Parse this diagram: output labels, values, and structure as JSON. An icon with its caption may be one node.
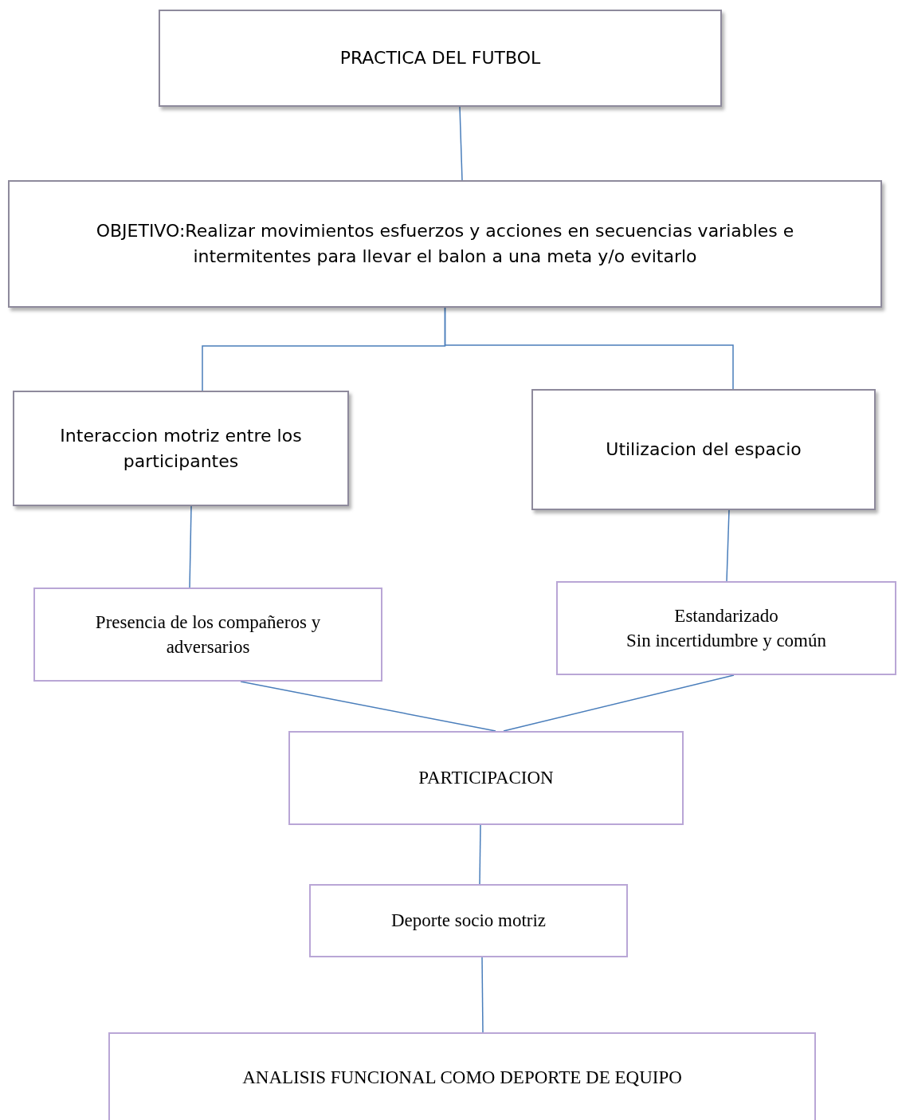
{
  "diagram": {
    "nodes": [
      {
        "text": [
          "PRACTICA DEL FUTBOL"
        ]
      },
      {
        "text": [
          "OBJETIVO:Realizar movimientos esfuerzos y acciones en secuencias variables e intermitentes para llevar el balon  a una meta y/o evitarlo"
        ]
      },
      {
        "text": [
          "Interaccion motriz entre los participantes"
        ]
      },
      {
        "text": [
          "Utilizacion del espacio"
        ]
      },
      {
        "text": [
          "Presencia de los compañeros y adversarios"
        ]
      },
      {
        "text": [
          "Estandarizado",
          "Sin incertidumbre y común"
        ]
      },
      {
        "text": [
          "PARTICIPACION"
        ]
      },
      {
        "text": [
          "Deporte socio motriz"
        ]
      },
      {
        "text": [
          "ANALISIS FUNCIONAL COMO DEPORTE DE EQUIPO"
        ]
      }
    ],
    "edges": [
      {
        "from": 0,
        "to": 1,
        "arrow": "none"
      },
      {
        "from": 1,
        "to": 2,
        "arrow": "none"
      },
      {
        "from": 1,
        "to": 3,
        "arrow": "none"
      },
      {
        "from": 2,
        "to": 4,
        "arrow": "none"
      },
      {
        "from": 3,
        "to": 5,
        "arrow": "none"
      },
      {
        "from": 4,
        "to": 6,
        "arrow": "none"
      },
      {
        "from": 5,
        "to": 6,
        "arrow": "none"
      },
      {
        "from": 6,
        "to": 7,
        "arrow": "none"
      },
      {
        "from": 7,
        "to": 8,
        "arrow": "none"
      }
    ]
  }
}
